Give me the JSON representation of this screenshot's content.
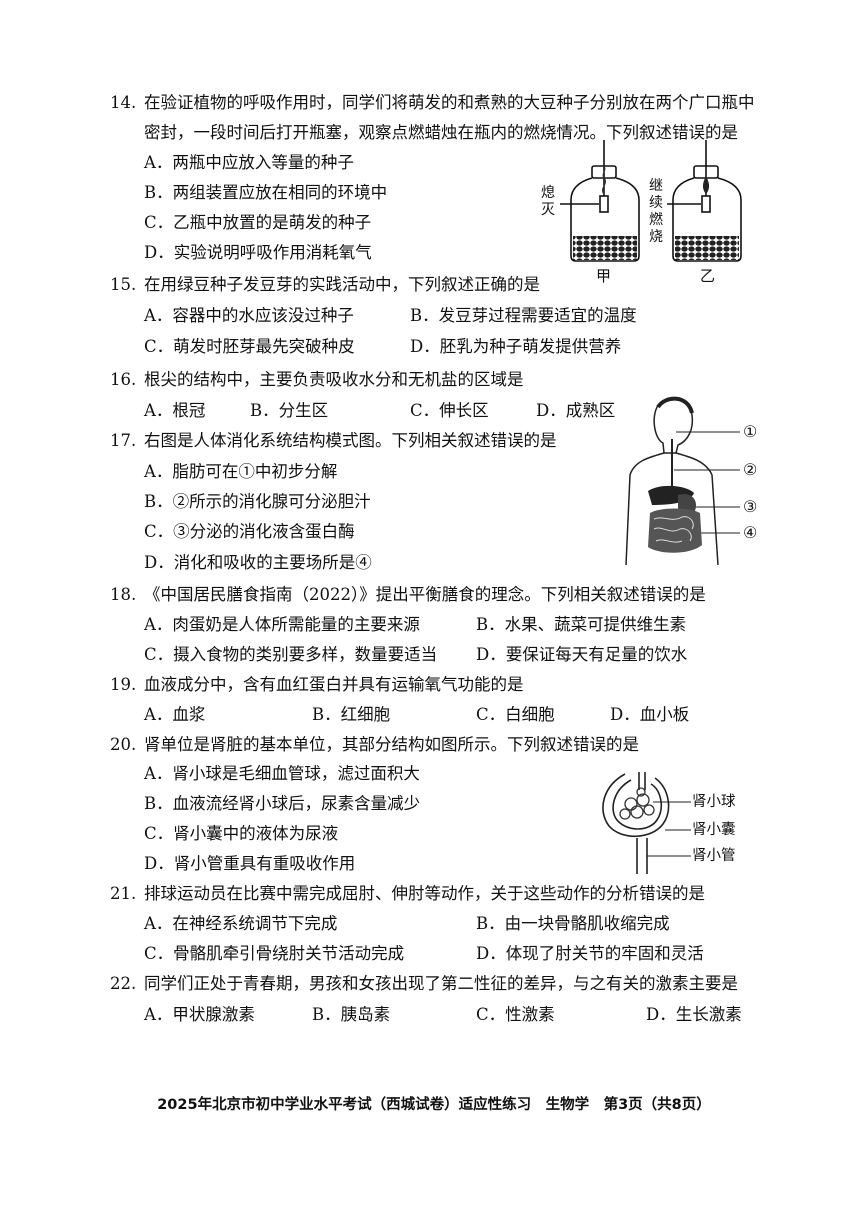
{
  "questions": [
    {
      "num": "14.",
      "stem_line1": "在验证植物的呼吸作用时，同学们将萌发的和煮熟的大豆种子分别放在两个广口瓶中",
      "stem_line2": "密封，一段时间后打开瓶塞，观察点燃蜡烛在瓶内的燃烧情况。下列叙述错误的是",
      "options": [
        "A．两瓶中应放入等量的种子",
        "B．两组装置应放在相同的环境中",
        "C．乙瓶中放置的是萌发的种子",
        "D．实验说明呼吸作用消耗氧气"
      ],
      "figure": {
        "left_label": "熄灭",
        "right_label": "继续燃烧",
        "jar_a": "甲",
        "jar_b": "乙"
      }
    },
    {
      "num": "15.",
      "stem_line1": "在用绿豆种子发豆芽的实践活动中，下列叙述正确的是",
      "options": [
        "A．容器中的水应该没过种子",
        "B．发豆芽过程需要适宜的温度",
        "C．萌发时胚芽最先突破种皮",
        "D．胚乳为种子萌发提供营养"
      ]
    },
    {
      "num": "16.",
      "stem_line1": "根尖的结构中，主要负责吸收水分和无机盐的区域是",
      "options": [
        "A．根冠",
        "B．分生区",
        "C．伸长区",
        "D．成熟区"
      ]
    },
    {
      "num": "17.",
      "stem_line1": "右图是人体消化系统结构模式图。下列相关叙述错误的是",
      "options": [
        "A．脂肪可在①中初步分解",
        "B．②所示的消化腺可分泌胆汁",
        "C．③分泌的消化液含蛋白酶",
        "D．消化和吸收的主要场所是④"
      ],
      "figure": {
        "labels": [
          "①",
          "②",
          "③",
          "④"
        ]
      }
    },
    {
      "num": "18.",
      "stem_line1": "《中国居民膳食指南（2022）》提出平衡膳食的理念。下列相关叙述错误的是",
      "options": [
        "A．肉蛋奶是人体所需能量的主要来源",
        "B．水果、蔬菜可提供维生素",
        "C．摄入食物的类别要多样，数量要适当",
        "D．要保证每天有足量的饮水"
      ]
    },
    {
      "num": "19.",
      "stem_line1": "血液成分中，含有血红蛋白并具有运输氧气功能的是",
      "options": [
        "A．血浆",
        "B．红细胞",
        "C．白细胞",
        "D．血小板"
      ]
    },
    {
      "num": "20.",
      "stem_line1": "肾单位是肾脏的基本单位，其部分结构如图所示。下列叙述错误的是",
      "options": [
        "A．肾小球是毛细血管球，滤过面积大",
        "B．血液流经肾小球后，尿素含量减少",
        "C．肾小囊中的液体为尿液",
        "D．肾小管重具有重吸收作用"
      ],
      "figure": {
        "labels": [
          "肾小球",
          "肾小囊",
          "肾小管"
        ]
      }
    },
    {
      "num": "21.",
      "stem_line1": "排球运动员在比赛中需完成屈肘、伸肘等动作，关于这些动作的分析错误的是",
      "options": [
        "A．在神经系统调节下完成",
        "B．由一块骨骼肌收缩完成",
        "C．骨骼肌牵引骨绕肘关节活动完成",
        "D．体现了肘关节的牢固和灵活"
      ]
    },
    {
      "num": "22.",
      "stem_line1": "同学们正处于青春期，男孩和女孩出现了第二性征的差异，与之有关的激素主要是",
      "options": [
        "A．甲状腺激素",
        "B．胰岛素",
        "C．性激素",
        "D．生长激素"
      ]
    }
  ],
  "footer": "2025年北京市初中学业水平考试（西城试卷）适应性练习　生物学　第3页（共8页）"
}
